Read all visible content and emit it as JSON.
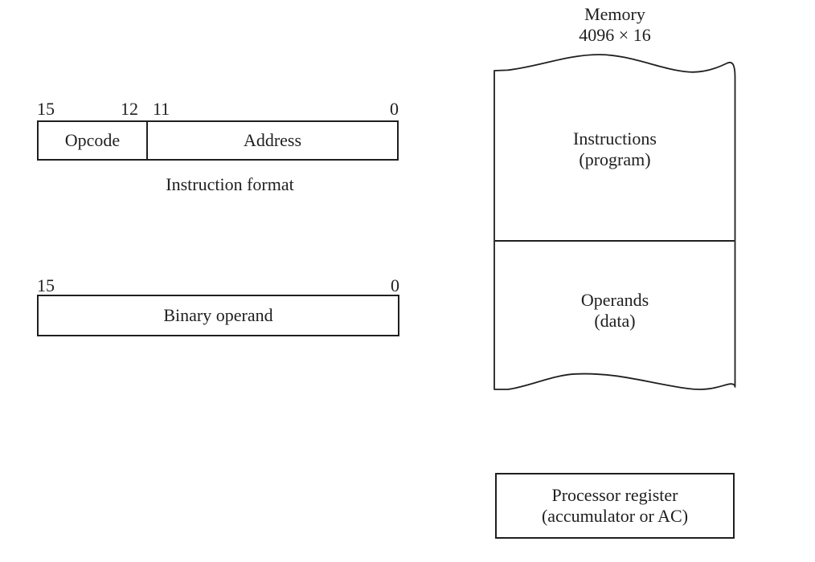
{
  "figure": {
    "instruction_format": {
      "bit_label_15": "15",
      "bit_label_12": "12",
      "bit_label_11": "11",
      "bit_label_0": "0",
      "opcode_label": "Opcode",
      "address_label": "Address",
      "caption": "Instruction format"
    },
    "binary_operand": {
      "bit_label_15": "15",
      "bit_label_0": "0",
      "label": "Binary operand"
    },
    "memory": {
      "title": "Memory",
      "size": "4096 × 16",
      "instructions_line1": "Instructions",
      "instructions_line2": "(program)",
      "operands_line1": "Operands",
      "operands_line2": "(data)"
    },
    "processor_register": {
      "line1": "Processor register",
      "line2": "(accumulator or AC)"
    }
  },
  "colors": {
    "ink": "#1f1f1f",
    "background": "#ffffff"
  }
}
